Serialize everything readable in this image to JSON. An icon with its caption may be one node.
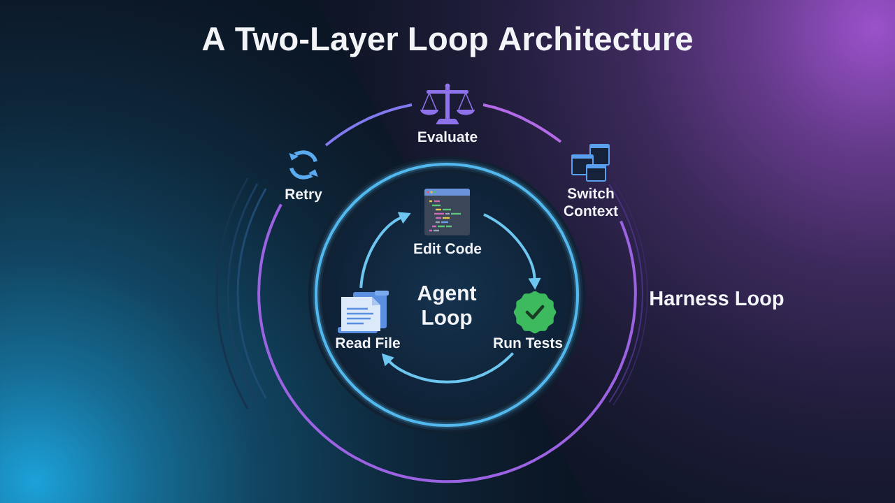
{
  "diagram": {
    "title": "A Two-Layer Loop Architecture",
    "nodes": [
      {
        "text": [
          "Evaluate"
        ]
      },
      {
        "text": [
          "Retry"
        ]
      },
      {
        "text": [
          "Switch Context"
        ]
      },
      {
        "text": [
          "Agent Loop"
        ]
      },
      {
        "text": [
          "Edit Code"
        ],
        "in": 3
      },
      {
        "text": [
          "Read File"
        ],
        "in": 3
      },
      {
        "text": [
          "Run Tests"
        ],
        "in": 3
      }
    ],
    "edges": [
      {
        "from": 1,
        "to": 0,
        "arrow": "none",
        "color": "#8179ee"
      },
      {
        "from": 0,
        "to": 2,
        "arrow": "none",
        "color": "#b36ae6"
      },
      {
        "from": 2,
        "to": 1,
        "arrow": "none",
        "color": "#9b62e2"
      },
      {
        "from": 5,
        "to": 4,
        "arrow": "to"
      },
      {
        "from": 4,
        "to": 6,
        "arrow": "to"
      },
      {
        "from": 6,
        "to": 5,
        "arrow": "to"
      }
    ],
    "labels": [
      "Harness Loop"
    ]
  }
}
